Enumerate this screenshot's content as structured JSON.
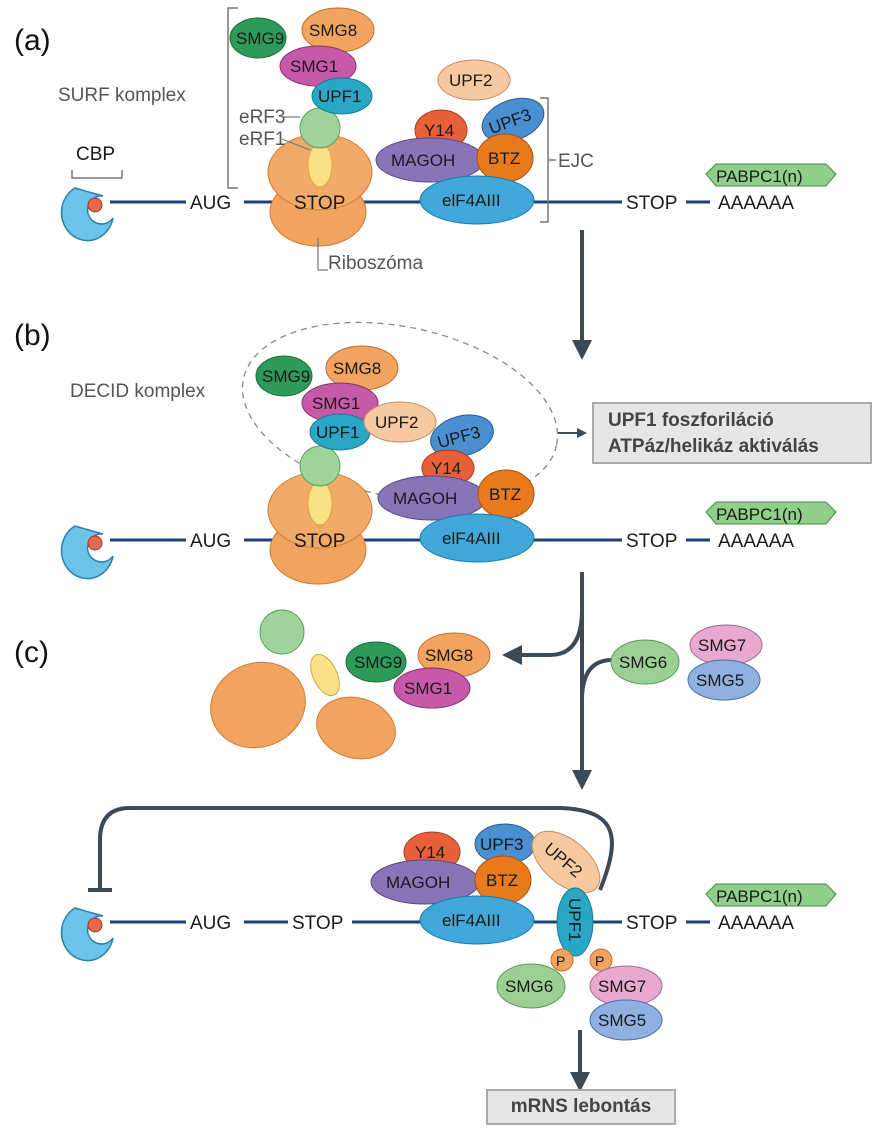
{
  "panels": {
    "a": "(a)",
    "b": "(b)",
    "c": "(c)"
  },
  "labels": {
    "surf": "SURF komplex",
    "decid": "DECID komplex",
    "cbp": "CBP",
    "ejc": "EJC",
    "ribosome": "Riboszóma",
    "erf3": "eRF3",
    "erf1": "eRF1",
    "aug": "AUG",
    "stop": "STOP",
    "polyA": "AAAAAA",
    "pabpc": "PABPC1(n)"
  },
  "proteins": {
    "smg9": "SMG9",
    "smg8": "SMG8",
    "smg1": "SMG1",
    "upf1": "UPF1",
    "upf2": "UPF2",
    "upf3": "UPF3",
    "y14": "Y14",
    "magoh": "MAGOH",
    "btz": "BTZ",
    "eif4aiii": "elF4AIII",
    "smg6": "SMG6",
    "smg7": "SMG7",
    "smg5": "SMG5",
    "p": "P"
  },
  "boxes": {
    "activation_line1": "UPF1 foszforiláció",
    "activation_line2": "ATPáz/helikáz aktiválás",
    "degradation": "mRNS lebontás"
  },
  "colors": {
    "mrna": "#1f3f7a",
    "ribosome": "#f0a460",
    "smg9": "#2e9a5a",
    "smg8": "#f0a460",
    "smg1": "#c75aa8",
    "upf1": "#2aa7c4",
    "upf2": "#f7c9a0",
    "upf3": "#4a8fd0",
    "y14": "#e8603a",
    "magoh": "#8a74b8",
    "btz": "#e87a1e",
    "eif4aiii": "#3fa8d8",
    "smg6": "#9ccf94",
    "smg7": "#e8a8d0",
    "smg5": "#8fb0e0",
    "pabpc": "#8fcf8a",
    "arrow": "#3a4a56"
  }
}
